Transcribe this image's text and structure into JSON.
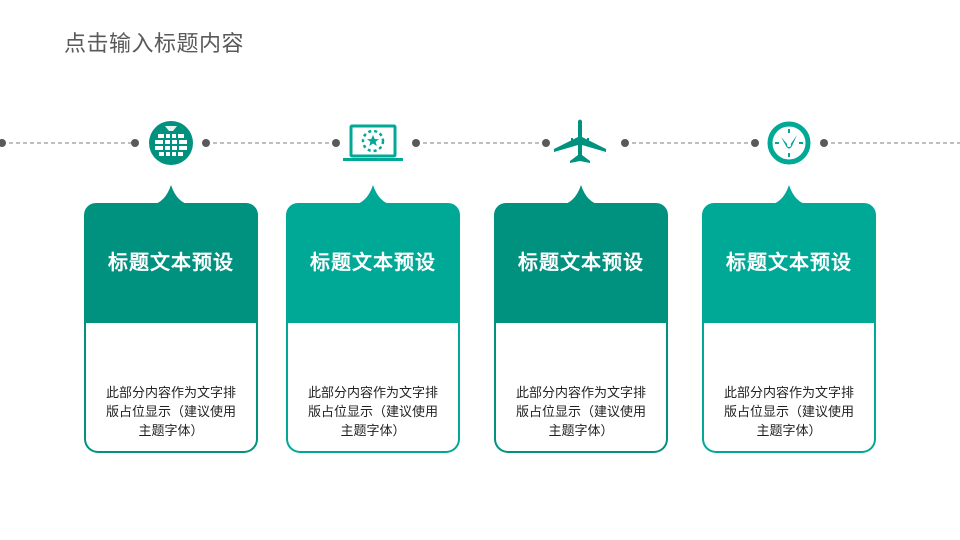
{
  "page": {
    "title": "点击输入标题内容"
  },
  "colors": {
    "teal_dark": "#00917f",
    "teal_light": "#00a896",
    "dot": "#595959",
    "dash": "#7f7f7f"
  },
  "timeline": {
    "icons": [
      "globe-icon",
      "laptop-star-icon",
      "airplane-icon",
      "clock-icon"
    ]
  },
  "cards": [
    {
      "heading": "标题文本预设",
      "body": "此部分内容作为文字排版占位显示（建议使用主题字体）",
      "color": "#00917f"
    },
    {
      "heading": "标题文本预设",
      "body": "此部分内容作为文字排版占位显示（建议使用主题字体）",
      "color": "#00a896"
    },
    {
      "heading": "标题文本预设",
      "body": "此部分内容作为文字排版占位显示（建议使用主题字体）",
      "color": "#00917f"
    },
    {
      "heading": "标题文本预设",
      "body": "此部分内容作为文字排版占位显示（建议使用主题字体）",
      "color": "#00a896"
    }
  ]
}
